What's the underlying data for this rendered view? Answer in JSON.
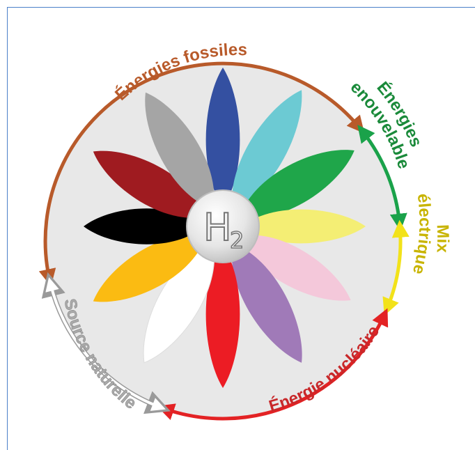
{
  "center": {
    "symbol": "H",
    "subscript": "2"
  },
  "colors": {
    "frame": "#4a7fc8",
    "disc": "#e8e8e8",
    "fossil_arc": "#b85a2a",
    "renewable_arc": "#1aa24a",
    "mix_arc": "#f2e21a",
    "nuclear_arc": "#e32224",
    "natural_arc": "#aaaaaa"
  },
  "petals": [
    {
      "name": "blue",
      "color": "#3450a1"
    },
    {
      "name": "cyan",
      "color": "#6ccad3"
    },
    {
      "name": "green",
      "color": "#1fa64a"
    },
    {
      "name": "yellow",
      "color": "#f4ee74"
    },
    {
      "name": "pink",
      "color": "#f4c8da"
    },
    {
      "name": "purple",
      "color": "#a07ab8"
    },
    {
      "name": "red",
      "color": "#ec1c24"
    },
    {
      "name": "white",
      "color": "#ffffff"
    },
    {
      "name": "orange",
      "color": "#fbbb12"
    },
    {
      "name": "black",
      "color": "#000000"
    },
    {
      "name": "dark-red",
      "color": "#9f1b20"
    },
    {
      "name": "grey",
      "color": "#a5a5a5"
    }
  ],
  "arcs": {
    "fossil": {
      "label": "Énergies fossiles",
      "color": "#b85a2a"
    },
    "renewable": {
      "line1": "Énergies",
      "line2": "renouvelables",
      "color": "#1aa24a"
    },
    "mix": {
      "line1": "Mix",
      "line2": "électrique",
      "color": "#f2e21a"
    },
    "nuclear": {
      "label": "Énergie nucléaire",
      "color": "#e32224"
    },
    "natural": {
      "label": "Source naturelle",
      "color": "#aaaaaa"
    }
  },
  "label_colors": {
    "fossil": "#b85a2a",
    "renewable": "#1a8a3a",
    "mix": "#c8b400",
    "nuclear": "#c8282a",
    "natural": "#aaaaaa"
  }
}
